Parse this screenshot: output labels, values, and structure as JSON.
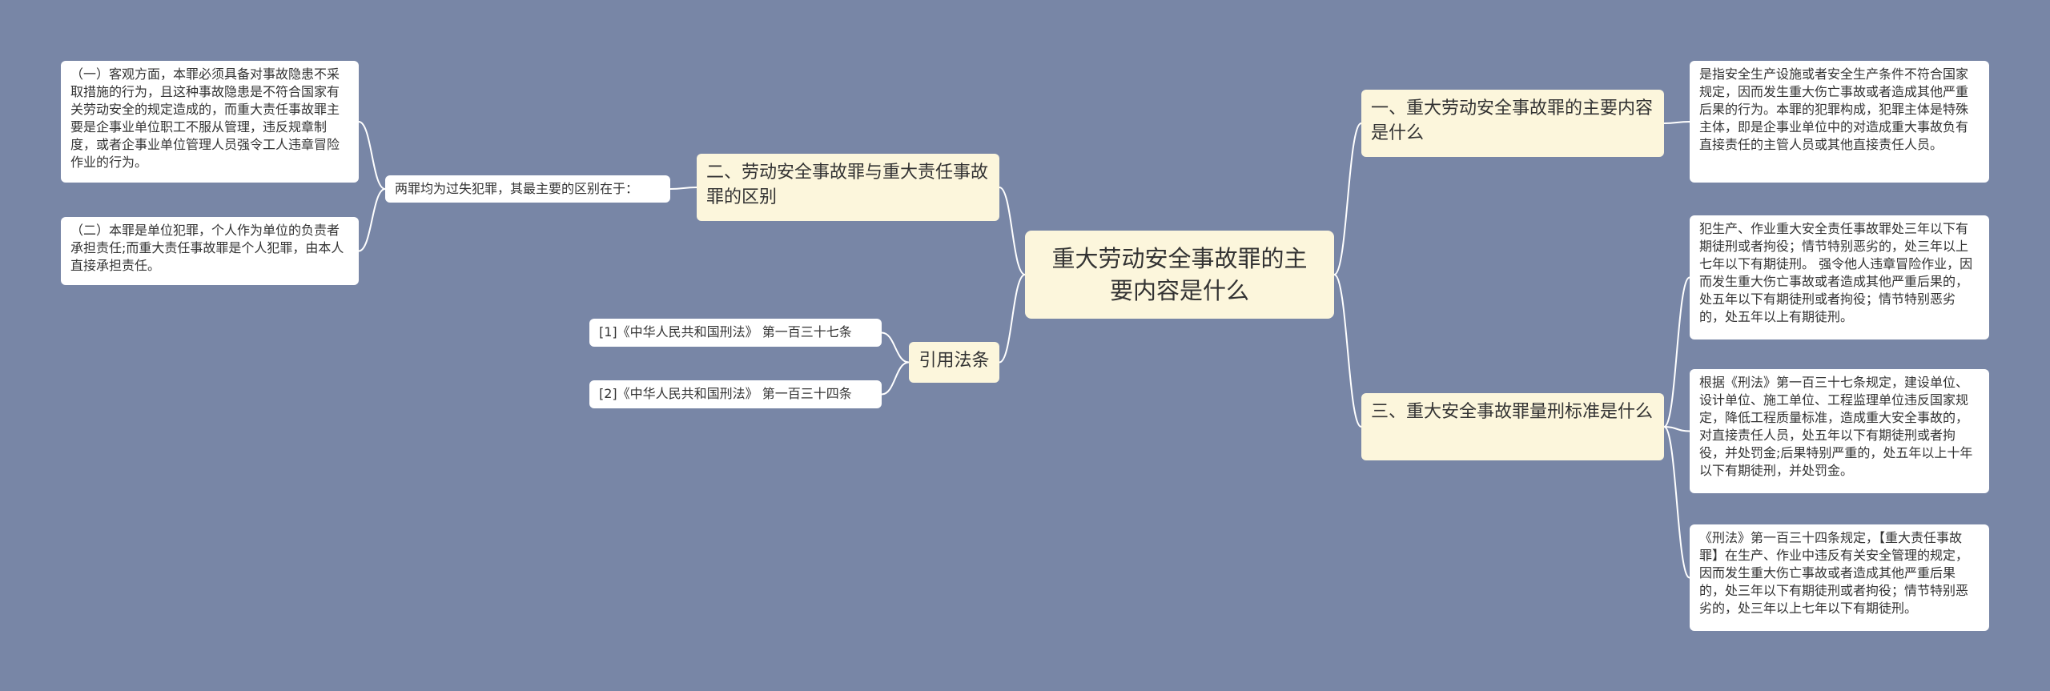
{
  "colors": {
    "background": "#7886a6",
    "node_fill": "#fcf6dc",
    "leaf_fill": "#ffffff",
    "connector": "#ffffff"
  },
  "root": {
    "text": "重大劳动安全事故罪的主要内容是什么"
  },
  "branches": {
    "b1": "一、重大劳动安全事故罪的主要内容是什么",
    "b2": "二、劳动安全事故罪与重大责任事故罪的区别",
    "b3": "三、重大安全事故罪量刑标准是什么",
    "citations": "引用法条"
  },
  "b2_children": {
    "intermediate": "两罪均为过失犯罪，其最主要的区别在于：",
    "leaf1": "（一）客观方面，本罪必须具备对事故隐患不采取措施的行为，且这种事故隐患是不符合国家有关劳动安全的规定造成的，而重大责任事故罪主要是企事业单位职工不服从管理，违反规章制度，或者企事业单位管理人员强令工人违章冒险作业的行为。",
    "leaf2": "（二）本罪是单位犯罪，个人作为单位的负责者承担责任;而重大责任事故罪是个人犯罪，由本人直接承担责任。"
  },
  "citations": [
    "[1]《中华人民共和国刑法》 第一百三十七条",
    "[2]《中华人民共和国刑法》 第一百三十四条"
  ],
  "b1_children": {
    "leaf1": "是指安全生产设施或者安全生产条件不符合国家规定，因而发生重大伤亡事故或者造成其他严重后果的行为。本罪的犯罪构成，犯罪主体是特殊主体，即是企事业单位中的对造成重大事故负有直接责任的主管人员或其他直接责任人员。"
  },
  "b3_children": {
    "leaf1": "犯生产、作业重大安全责任事故罪处三年以下有期徒刑或者拘役；情节特别恶劣的，处三年以上七年以下有期徒刑。 强令他人违章冒险作业，因而发生重大伤亡事故或者造成其他严重后果的，处五年以下有期徒刑或者拘役；情节特别恶劣的，处五年以上有期徒刑。",
    "leaf2": "根据《刑法》第一百三十七条规定，建设单位、设计单位、施工单位、工程监理单位违反国家规定，降低工程质量标准，造成重大安全事故的，对直接责任人员，处五年以下有期徒刑或者拘役，并处罚金;后果特别严重的，处五年以上十年以下有期徒刑，并处罚金。",
    "leaf3": "《刑法》第一百三十四条规定，【重大责任事故罪】在生产、作业中违反有关安全管理的规定，因而发生重大伤亡事故或者造成其他严重后果的，处三年以下有期徒刑或者拘役；情节特别恶劣的，处三年以上七年以下有期徒刑。"
  }
}
